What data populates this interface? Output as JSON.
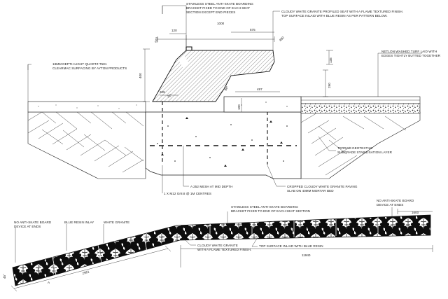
{
  "section": {
    "notes": {
      "bracket_line1": "STAINLESS STEEL ANTI-SKATE BOARDING",
      "bracket_line2": "BRACKET FIXED TO END OF EACH SEAT",
      "bracket_line3": "SECTION EXCEPT END PIECES",
      "seat_line1": "CLOUDY WHITE GRANITE PROFILED SEAT WITH A FLAME TEXTURED FINISH.",
      "seat_line2": "TOP SURFACE INLAID WITH BLUE RESIN AS PER PATTERN BELOW.",
      "quartz_line1": "18MM DEPTH LIGHT QUARTZ T581",
      "quartz_line2": "CLEARMAC SURFACING BY AYTON PRODUCTS",
      "turf_line1": "NETLON WASHED TURF LAID WITH",
      "turf_line2": "EDGES TIGHTLY BUTTED TOGETHER",
      "geo_line1": "TERRAM GEOTEXTILE",
      "geo_line2": "SUBGRADE STABILISATION LAYER",
      "mesh": "A 252 MESH AT MID DEPTH",
      "bolt": "1 X M12 Gr8.8 @ 1M CENTRES",
      "paving_line1": "CROPPED CLOUDY WHITE GRANITE PAVING",
      "paving_line2": "SLAB ON 40MM MORTAR BED"
    },
    "dims": {
      "d1000": "1000",
      "d575": "575",
      "d120": "120",
      "d500": "500",
      "d490": "490",
      "d400": "400",
      "d135": "135",
      "d290": "290",
      "d325": "325",
      "d72": "72°",
      "d98": "98°",
      "d497": "497",
      "d100": "100"
    }
  },
  "plan": {
    "notes": {
      "left_ends_line1": "NO ANTI-SKATE BOARD",
      "left_ends_line2": "DEVICE AT ENDS",
      "blue_resin": "BLUE RESIN INLAY",
      "white_granite": "WHITE GRANITE",
      "bracket_line1": "STAINLESS STEEL ANTI-SKATE BOARDING",
      "bracket_line2": "BRACKET FIXED TO END OF EACH SEAT SECTION",
      "right_ends_line1": "NO ANTI-SKATE BOARD",
      "right_ends_line2": "DEVICE AT ENDS",
      "cloudy_line1": "CLOUDY WHITE GRANITE",
      "cloudy_line2": "WITH A FLAME TEXTURED FINISH.",
      "top_inlaid": "TOP SURFACE INLAID WITH BLUE RESIN"
    },
    "dims": {
      "d1600": "1600",
      "d11940": "11940",
      "d2561": "2561",
      "d45": "45°",
      "mark_a": "A"
    }
  }
}
